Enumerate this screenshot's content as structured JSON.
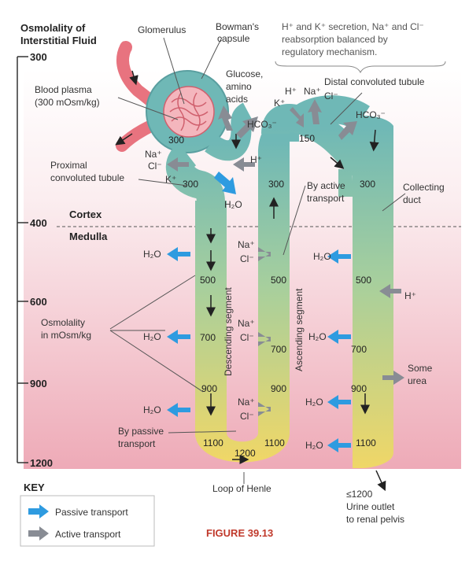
{
  "header": {
    "title_line1": "Osmolality of",
    "title_line2": "Interstitial Fluid"
  },
  "scale": {
    "ticks": [
      "300",
      "400",
      "600",
      "900",
      "1200"
    ],
    "cortex": "Cortex",
    "medulla": "Medulla"
  },
  "labels": {
    "glomerulus": "Glomerulus",
    "bowmans_line1": "Bowman's",
    "bowmans_line2": "capsule",
    "blood_plasma_line1": "Blood plasma",
    "blood_plasma_line2": "(300 mOsm/kg)",
    "glucose_line1": "Glucose,",
    "glucose_line2": "amino",
    "glucose_line3": "acids",
    "proximal_line1": "Proximal",
    "proximal_line2": "convoluted tubule",
    "distal": "Distal convoluted tubule",
    "collecting_line1": "Collecting",
    "collecting_line2": "duct",
    "by_active_line1": "By active",
    "by_active_line2": "transport",
    "by_passive_line1": "By passive",
    "by_passive_line2": "transport",
    "osmolality_line1": "Osmolality",
    "osmolality_line2": "in mOsm/kg",
    "descending": "Descending segment",
    "ascending": "Ascending segment",
    "loop": "Loop of Henle",
    "some_line1": "Some",
    "some_line2": "urea",
    "urine_line1": "≤1200",
    "urine_line2": "Urine outlet",
    "urine_line3": "to renal pelvis"
  },
  "note": {
    "line1": "H⁺ and K⁺ secretion, Na⁺ and Cl⁻",
    "line2": "reabsorption balanced by",
    "line3": "regulatory mechanism."
  },
  "ions": {
    "h2o": "H₂O",
    "na": "Na⁺",
    "cl": "Cl⁻",
    "k": "K⁺",
    "h": "H⁺",
    "hco3": "HCO₃⁻"
  },
  "values": {
    "glom_300": "300",
    "pct_300": "300",
    "asc_top_300": "300",
    "distal_150": "150",
    "cd_300": "300",
    "desc_500": "500",
    "asc_500": "500",
    "cd_500": "500",
    "desc_700": "700",
    "asc_700": "700",
    "cd_700": "700",
    "desc_900": "900",
    "asc_900": "900",
    "cd_900": "900",
    "loop_1100_left": "1100",
    "loop_1100_right": "1100",
    "loop_1200": "1200",
    "cd_1100": "1100"
  },
  "key": {
    "title": "KEY",
    "passive": "Passive transport",
    "active": "Active transport"
  },
  "figure": "FIGURE 39.13",
  "colors": {
    "passive": "#2e9be0",
    "active": "#888c94",
    "blood": "#e8737f",
    "tubule_top": "#6fb8b6",
    "tubule_bottom": "#f0d564",
    "figure_red": "#c0392b"
  }
}
